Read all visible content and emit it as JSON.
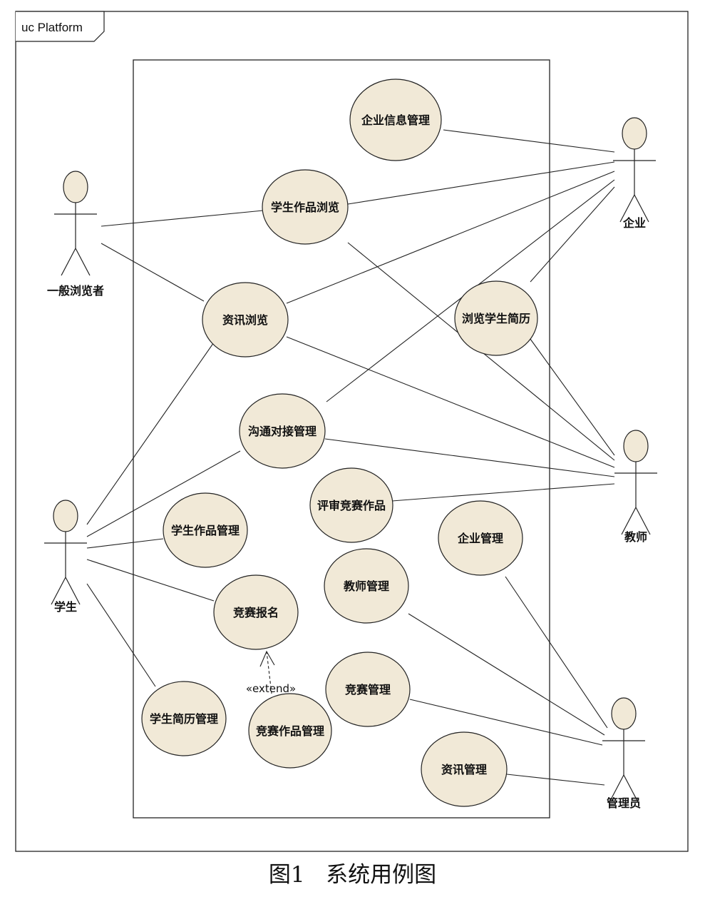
{
  "frame": {
    "title": "uc Platform"
  },
  "actors": [
    {
      "id": "browser",
      "name": "一般浏览者"
    },
    {
      "id": "enterprise",
      "name": "企业"
    },
    {
      "id": "teacher",
      "name": "教师"
    },
    {
      "id": "student",
      "name": "学生"
    },
    {
      "id": "admin",
      "name": "管理员"
    }
  ],
  "use_cases": [
    {
      "id": "uc1",
      "label": "企业信息管理"
    },
    {
      "id": "uc2",
      "label": "学生作品浏览"
    },
    {
      "id": "uc3",
      "label": "资讯浏览"
    },
    {
      "id": "uc4",
      "label": "浏览学生简历"
    },
    {
      "id": "uc5",
      "label": "沟通对接管理"
    },
    {
      "id": "uc6",
      "label": "评审竞赛作品"
    },
    {
      "id": "uc7",
      "label": "学生作品管理"
    },
    {
      "id": "uc8",
      "label": "企业管理"
    },
    {
      "id": "uc9",
      "label": "教师管理"
    },
    {
      "id": "uc10",
      "label": "竞赛报名"
    },
    {
      "id": "uc11",
      "label": "竞赛管理"
    },
    {
      "id": "uc12",
      "label": "学生简历管理"
    },
    {
      "id": "uc13",
      "label": "竞赛作品管理"
    },
    {
      "id": "uc14",
      "label": "资讯管理"
    }
  ],
  "associations": [
    [
      "enterprise",
      "uc1"
    ],
    [
      "enterprise",
      "uc2"
    ],
    [
      "enterprise",
      "uc3"
    ],
    [
      "enterprise",
      "uc4"
    ],
    [
      "enterprise",
      "uc5"
    ],
    [
      "browser",
      "uc2"
    ],
    [
      "browser",
      "uc3"
    ],
    [
      "teacher",
      "uc2"
    ],
    [
      "teacher",
      "uc3"
    ],
    [
      "teacher",
      "uc4"
    ],
    [
      "teacher",
      "uc5"
    ],
    [
      "teacher",
      "uc6"
    ],
    [
      "student",
      "uc3"
    ],
    [
      "student",
      "uc5"
    ],
    [
      "student",
      "uc7"
    ],
    [
      "student",
      "uc10"
    ],
    [
      "student",
      "uc12"
    ],
    [
      "admin",
      "uc8"
    ],
    [
      "admin",
      "uc9"
    ],
    [
      "admin",
      "uc11"
    ],
    [
      "admin",
      "uc14"
    ]
  ],
  "extend": {
    "from": "uc13",
    "to": "uc10",
    "stereotype": "«extend»"
  },
  "caption": {
    "figure": "图1",
    "text": "系统用例图"
  }
}
